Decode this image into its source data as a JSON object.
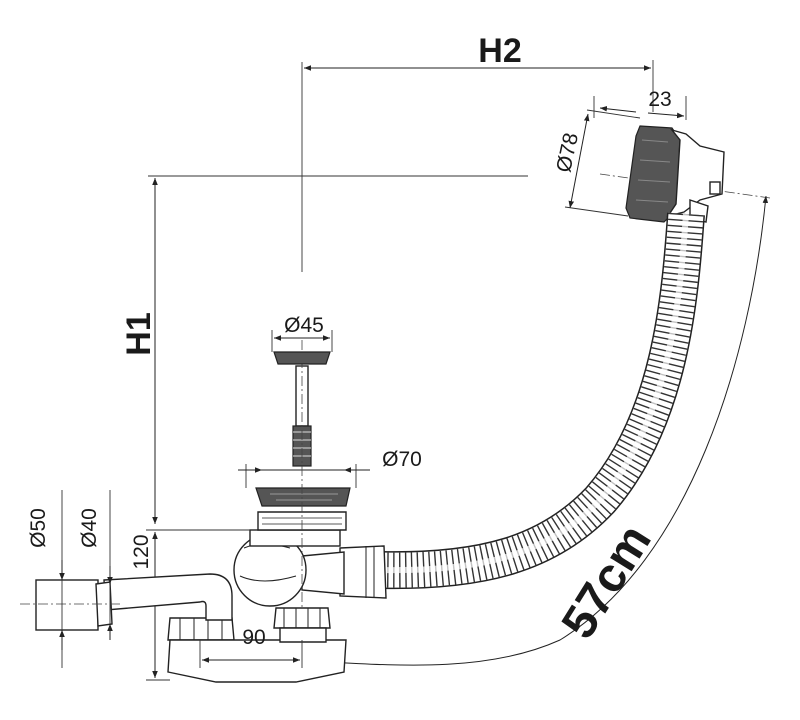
{
  "dimensions": {
    "h1": "H1",
    "h2": "H2",
    "overflow_depth": "23",
    "overflow_diameter": "Ø78",
    "plug_diameter": "Ø45",
    "waste_diameter": "Ø70",
    "outlet_outer": "Ø50",
    "outlet_inner": "Ø40",
    "trap_height": "120",
    "trap_offset": "90",
    "hose_length": "57cm"
  },
  "colors": {
    "line": "#222222",
    "hose": "#ffffff",
    "dark_part": "#555555"
  }
}
